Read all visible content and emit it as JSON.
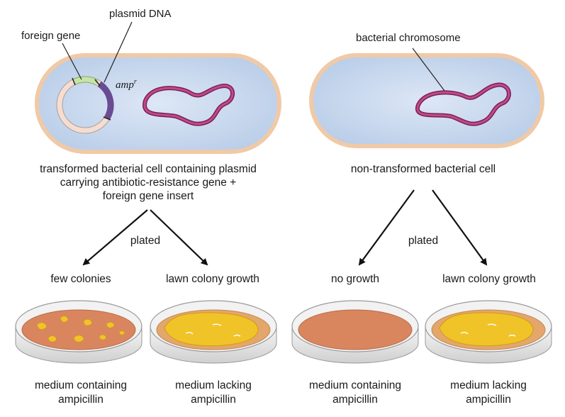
{
  "left_cell": {
    "plasmid_label": "plasmid DNA",
    "foreign_gene_label": "foreign gene",
    "resistance_gene": "amp",
    "resistance_gene_sup": "r",
    "caption": [
      "transformed bacterial cell containing plasmid",
      "carrying antibiotic-resistance gene +",
      "foreign gene insert"
    ]
  },
  "right_cell": {
    "chromosome_label": "bacterial chromosome",
    "caption": [
      "non-transformed bacterial cell"
    ]
  },
  "plated_label": "plated",
  "plates": [
    {
      "result": "few colonies",
      "medium": [
        "medium containing",
        "ampicillin"
      ]
    },
    {
      "result": "lawn colony growth",
      "medium": [
        "medium lacking",
        "ampicillin"
      ]
    },
    {
      "result": "no growth",
      "medium": [
        "medium containing",
        "ampicillin"
      ]
    },
    {
      "result": "lawn colony growth",
      "medium": [
        "medium lacking",
        "ampicillin"
      ]
    }
  ],
  "colors": {
    "cell_fill": "#c9d9ef",
    "cell_outline": "#f0c9a6",
    "chromosome": "#a2306f",
    "plasmid_ring": "#f6ddd0",
    "foreign_gene": "#c7e3a5",
    "amp_gene": "#6a4c93",
    "medium_ampicillin": "#d9865f",
    "medium_lacking": "#f0c428",
    "colony": "#f2c12e"
  }
}
